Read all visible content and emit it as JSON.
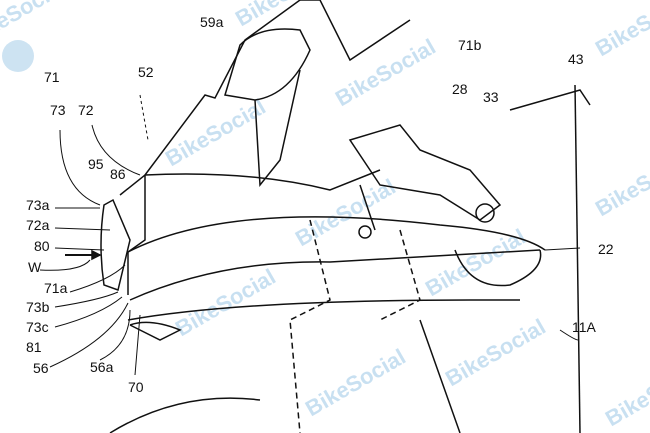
{
  "watermark": "BikeSocial",
  "labels": {
    "l71": "71",
    "l73": "73",
    "l72": "72",
    "l52": "52",
    "l59a": "59a",
    "l71b": "71b",
    "l43": "43",
    "l28": "28",
    "l33": "33",
    "l95": "95",
    "l86": "86",
    "l73a": "73a",
    "l72a": "72a",
    "l80": "80",
    "lW": "W",
    "l71a": "71a",
    "l73b": "73b",
    "l73c": "73c",
    "l81": "81",
    "l56": "56",
    "l56a": "56a",
    "l70": "70",
    "l22": "22",
    "l11A": "11A"
  }
}
